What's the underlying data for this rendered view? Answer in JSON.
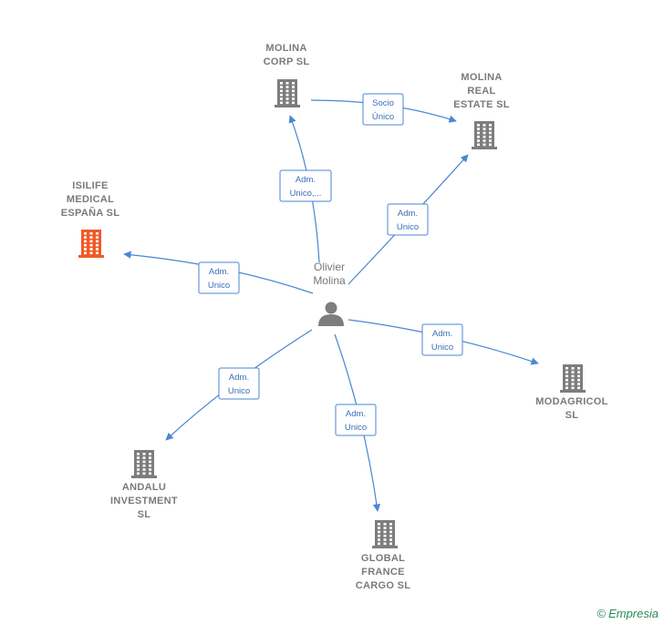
{
  "center": {
    "name_lines": [
      "Olivier",
      "Molina"
    ],
    "icon": "person-icon"
  },
  "companies": [
    {
      "id": "molina-corp",
      "lines": [
        "MOLINA",
        "CORP  SL"
      ],
      "icon": "building-icon",
      "highlight": false
    },
    {
      "id": "molina-real-estate",
      "lines": [
        "MOLINA",
        "REAL",
        "ESTATE  SL"
      ],
      "icon": "building-icon",
      "highlight": false
    },
    {
      "id": "isilife",
      "lines": [
        "ISILIFE",
        "MEDICAL",
        "ESPAÑA  SL"
      ],
      "icon": "building-icon",
      "highlight": true
    },
    {
      "id": "modagricol",
      "lines": [
        "MODAGRICOL",
        "SL"
      ],
      "icon": "building-icon",
      "highlight": false
    },
    {
      "id": "andalu",
      "lines": [
        "ANDALU",
        "INVESTMENT",
        "SL"
      ],
      "icon": "building-icon",
      "highlight": false
    },
    {
      "id": "global-france",
      "lines": [
        "GLOBAL",
        "FRANCE",
        "CARGO  SL"
      ],
      "icon": "building-icon",
      "highlight": false
    }
  ],
  "edges": [
    {
      "from": "olivier",
      "to": "molina-corp",
      "label": [
        "Adm.",
        "Unico,..."
      ]
    },
    {
      "from": "olivier",
      "to": "molina-real-estate",
      "label": [
        "Adm.",
        "Unico"
      ]
    },
    {
      "from": "olivier",
      "to": "isilife",
      "label": [
        "Adm.",
        "Unico"
      ]
    },
    {
      "from": "olivier",
      "to": "modagricol",
      "label": [
        "Adm.",
        "Unico"
      ]
    },
    {
      "from": "olivier",
      "to": "andalu",
      "label": [
        "Adm.",
        "Unico"
      ]
    },
    {
      "from": "olivier",
      "to": "global-france",
      "label": [
        "Adm.",
        "Unico"
      ]
    },
    {
      "from": "molina-corp",
      "to": "molina-real-estate",
      "label": [
        "Socio",
        "Único"
      ]
    }
  ],
  "colors": {
    "edge": "#4a86d4",
    "building": "#7d7d7d",
    "building_highlight": "#f05a28",
    "person": "#7d7d7d"
  },
  "footer": {
    "copyright": "©",
    "brand": "Empresia"
  }
}
